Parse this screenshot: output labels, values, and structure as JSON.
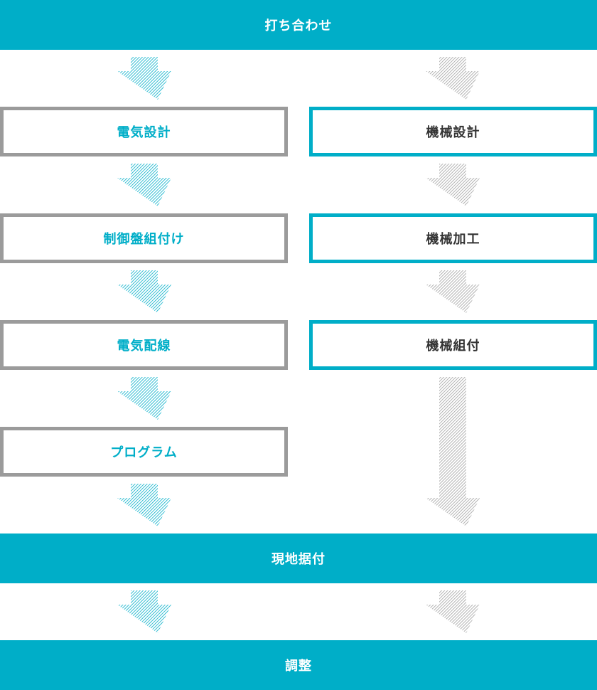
{
  "colors": {
    "accent": "#00aec8",
    "gray_border": "#9b9b9b",
    "gray_arrow": "#a0a0a0",
    "dark_text": "#333333",
    "band_text": "#ffffff"
  },
  "bands": {
    "top": "打ち合わせ",
    "middle": "現地据付",
    "bottom": "調整"
  },
  "left_column": [
    "電気設計",
    "制御盤組付け",
    "電気配線",
    "プログラム"
  ],
  "right_column": [
    "機械設計",
    "機械加工",
    "機械組付"
  ],
  "icons": {
    "left_arrows": "hatched-down-arrow-icon",
    "right_arrows": "hatched-down-arrow-icon"
  }
}
